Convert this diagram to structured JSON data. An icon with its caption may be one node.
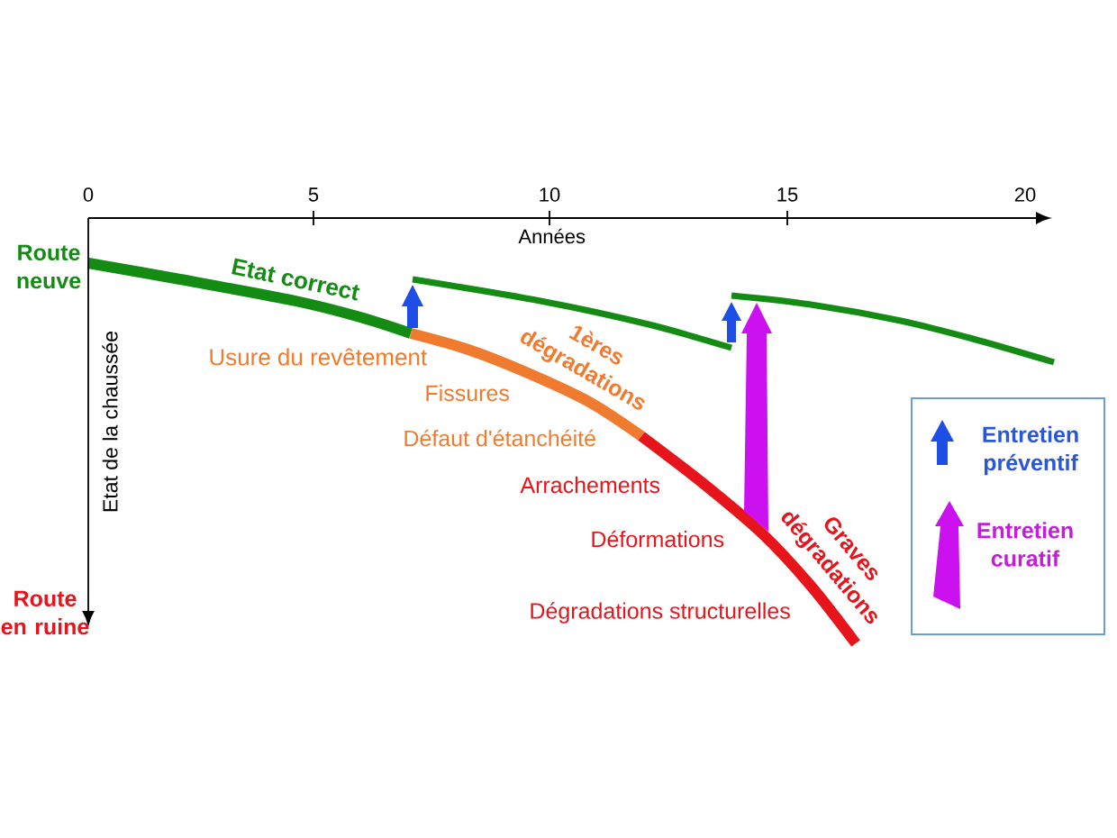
{
  "diagram": {
    "labels": [
      "0",
      "5",
      "10",
      "15",
      "20",
      "Années",
      "Route neuve",
      "Etat correct",
      "1ères dégradations",
      "Usure du revêtement",
      "Etat de la chaussée",
      "Fissures",
      "Défaut d'étanchéité",
      "Arrachements",
      "Graves dégradations",
      "Déformations",
      "Route en ruine",
      "Dégradations structurelles"
    ],
    "legend": [
      {
        "text": "Entretien préventif"
      },
      {
        "text": "Entretien curatif"
      }
    ]
  }
}
